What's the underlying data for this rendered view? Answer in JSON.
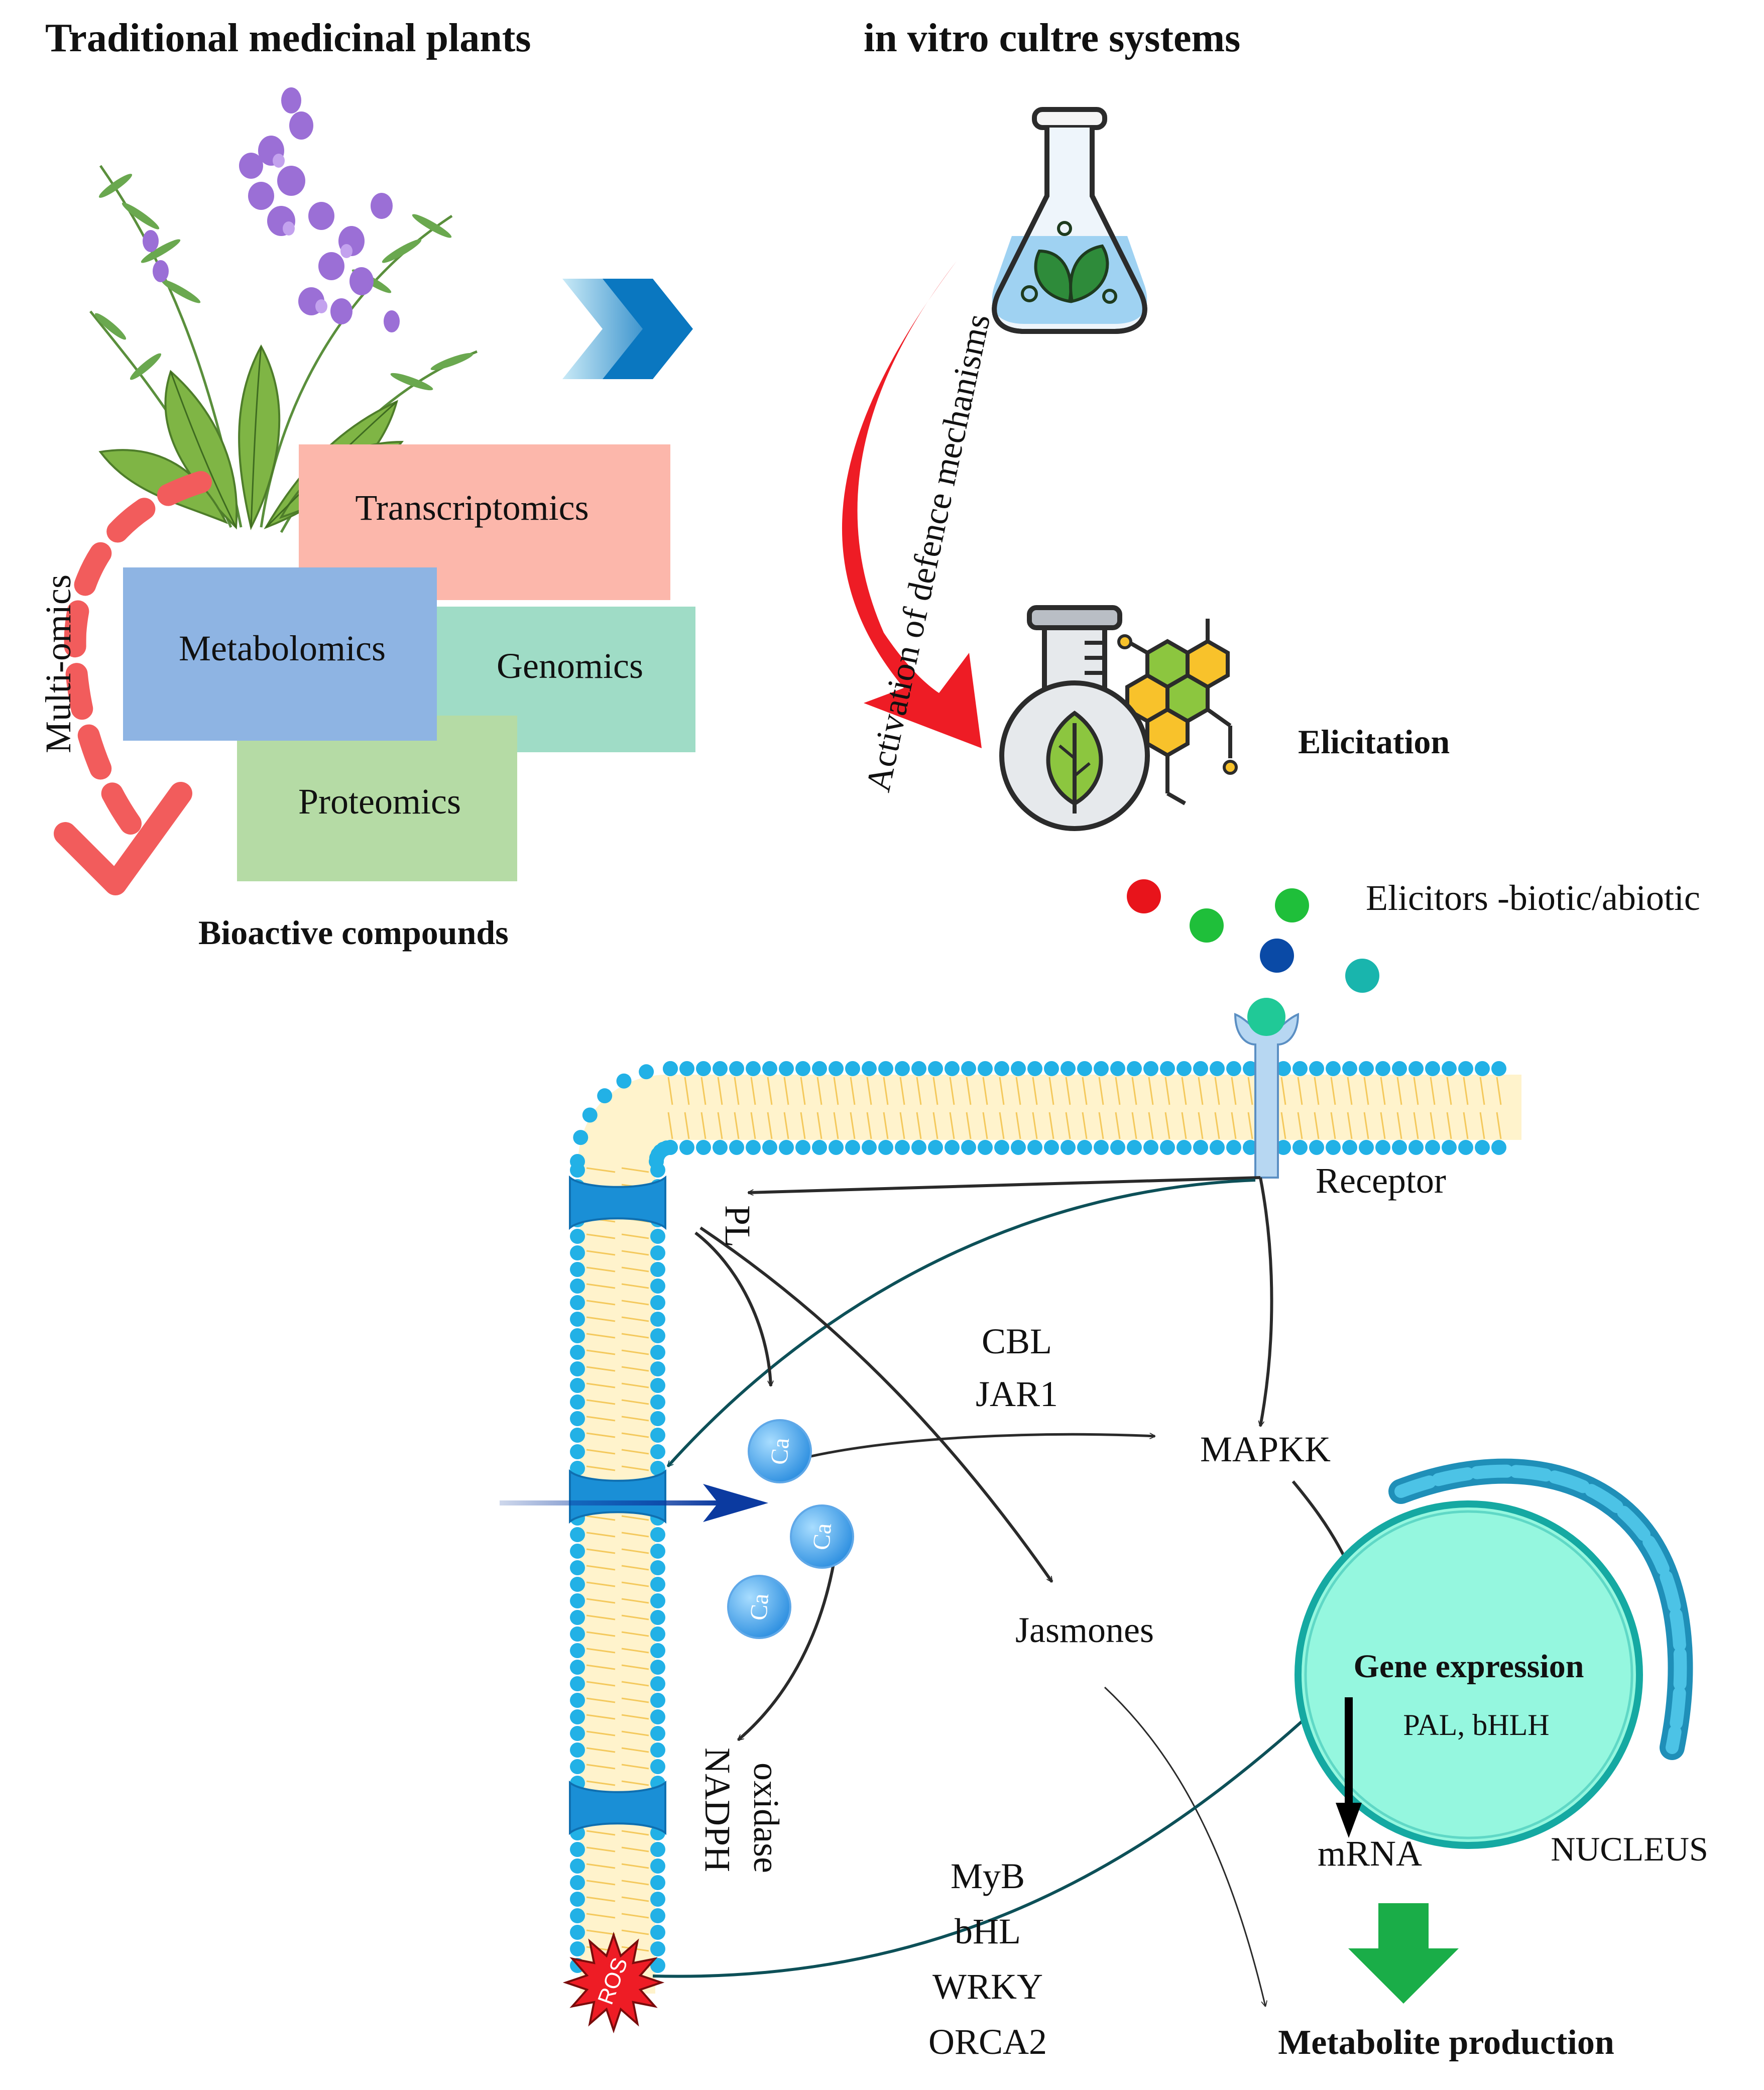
{
  "headings": {
    "left": "Traditional medicinal plants",
    "right": "in vitro cultre systems"
  },
  "omics": {
    "transcriptomics": "Transcriptomics",
    "metabolomics": "Metabolomics",
    "genomics": "Genomics",
    "proteomics": "Proteomics",
    "multi_omics": "Multi-omics",
    "bioactive": "Bioactive compounds"
  },
  "activation_label": "Activation of defence mechanisms",
  "elicitation_label": "Elicitation",
  "elicitors_label": "Elicitors -biotic/abiotic",
  "elicitor_colors": [
    "#e8141b",
    "#1fbf3a",
    "#1fbf3a",
    "#0a4aa6",
    "#19b5ad"
  ],
  "receptor_label": "Receptor",
  "pathway": {
    "pl": "PL",
    "cbl": "CBL",
    "jar1": "JAR1",
    "mapkk": "MAPKK",
    "jasmones": "Jasmones",
    "nadph": "NADPH",
    "oxidase": "oxidase",
    "ros": "ROS",
    "ca": "Ca",
    "tf": [
      "MyB",
      "bHL",
      "WRKY",
      "ORCA2"
    ]
  },
  "nucleus": {
    "gene_expression": "Gene expression",
    "genes": "PAL, bHLH",
    "mrna": "mRNA",
    "label": "NUCLEUS"
  },
  "metabolite": "Metabolite production",
  "colors": {
    "transcriptomics_box": "#fcb7ab",
    "metabolomics_box": "#8eb4e3",
    "genomics_box": "#9fdcc6",
    "proteomics_box": "#b5dba5",
    "curved_red_arrow": "#ee1c25",
    "membrane_head": "#22b1e6",
    "nucleus_fill": "#95f7df",
    "nucleus_border": "#15a9a2",
    "metabolite_arrow": "#1aad48"
  }
}
